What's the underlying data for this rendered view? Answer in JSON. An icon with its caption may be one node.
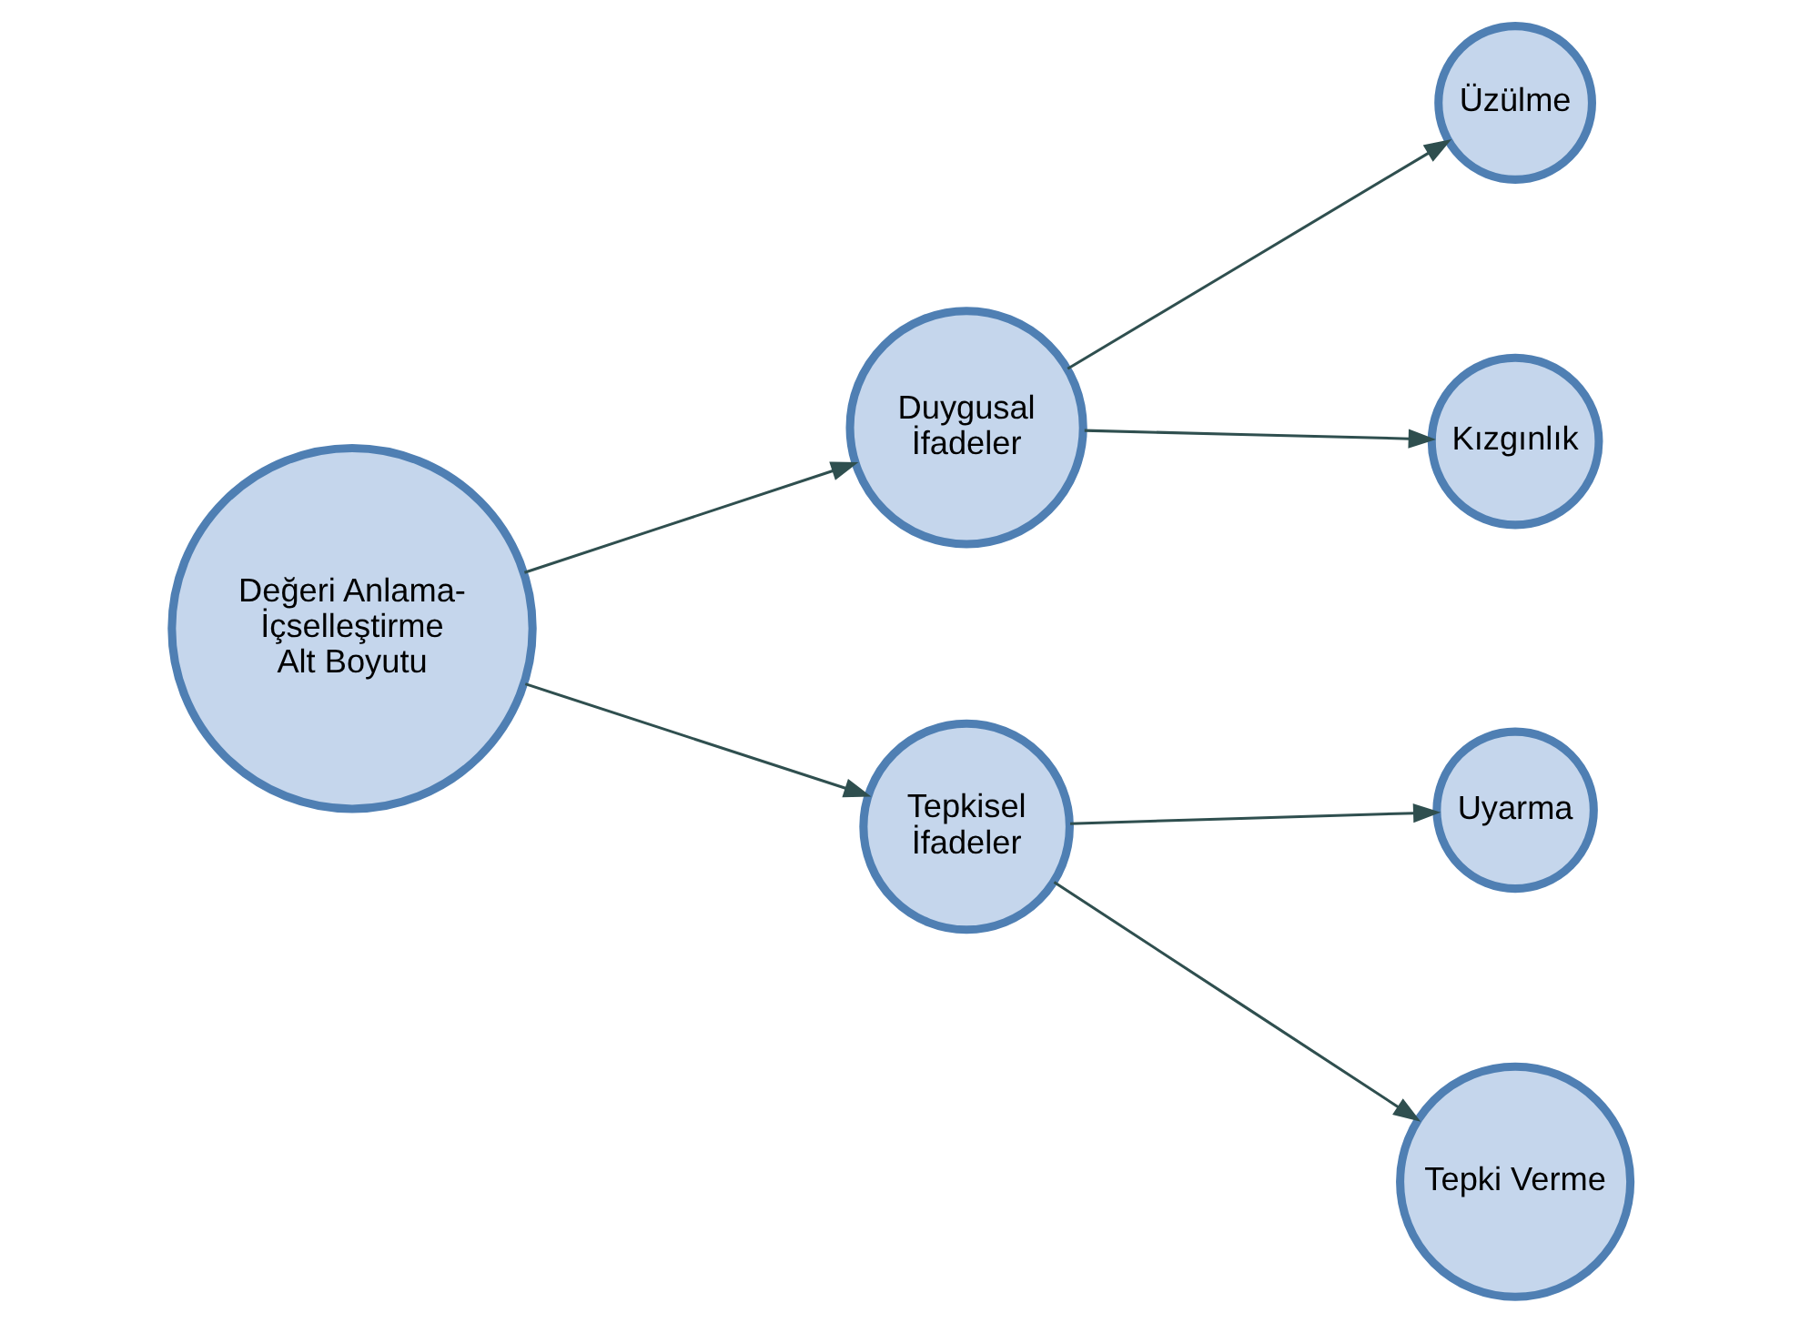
{
  "diagram": {
    "nodes": [
      {
        "text": [
          "Değeri Anlama-İçselleştirme Alt Boyutu"
        ]
      },
      {
        "text": [
          "Duygusal İfadeler"
        ]
      },
      {
        "text": [
          "Tepkisel İfadeler"
        ]
      },
      {
        "text": [
          "Üzülme"
        ]
      },
      {
        "text": [
          "Kızgınlık"
        ]
      },
      {
        "text": [
          "Uyarma"
        ]
      },
      {
        "text": [
          "Tepki Verme"
        ]
      }
    ],
    "edges": [
      {
        "from": 0,
        "to": 1,
        "arrow": "to"
      },
      {
        "from": 0,
        "to": 2,
        "arrow": "to"
      },
      {
        "from": 1,
        "to": 3,
        "arrow": "to"
      },
      {
        "from": 1,
        "to": 4,
        "arrow": "to"
      },
      {
        "from": 2,
        "to": 5,
        "arrow": "to"
      },
      {
        "from": 2,
        "to": 6,
        "arrow": "to"
      }
    ]
  }
}
